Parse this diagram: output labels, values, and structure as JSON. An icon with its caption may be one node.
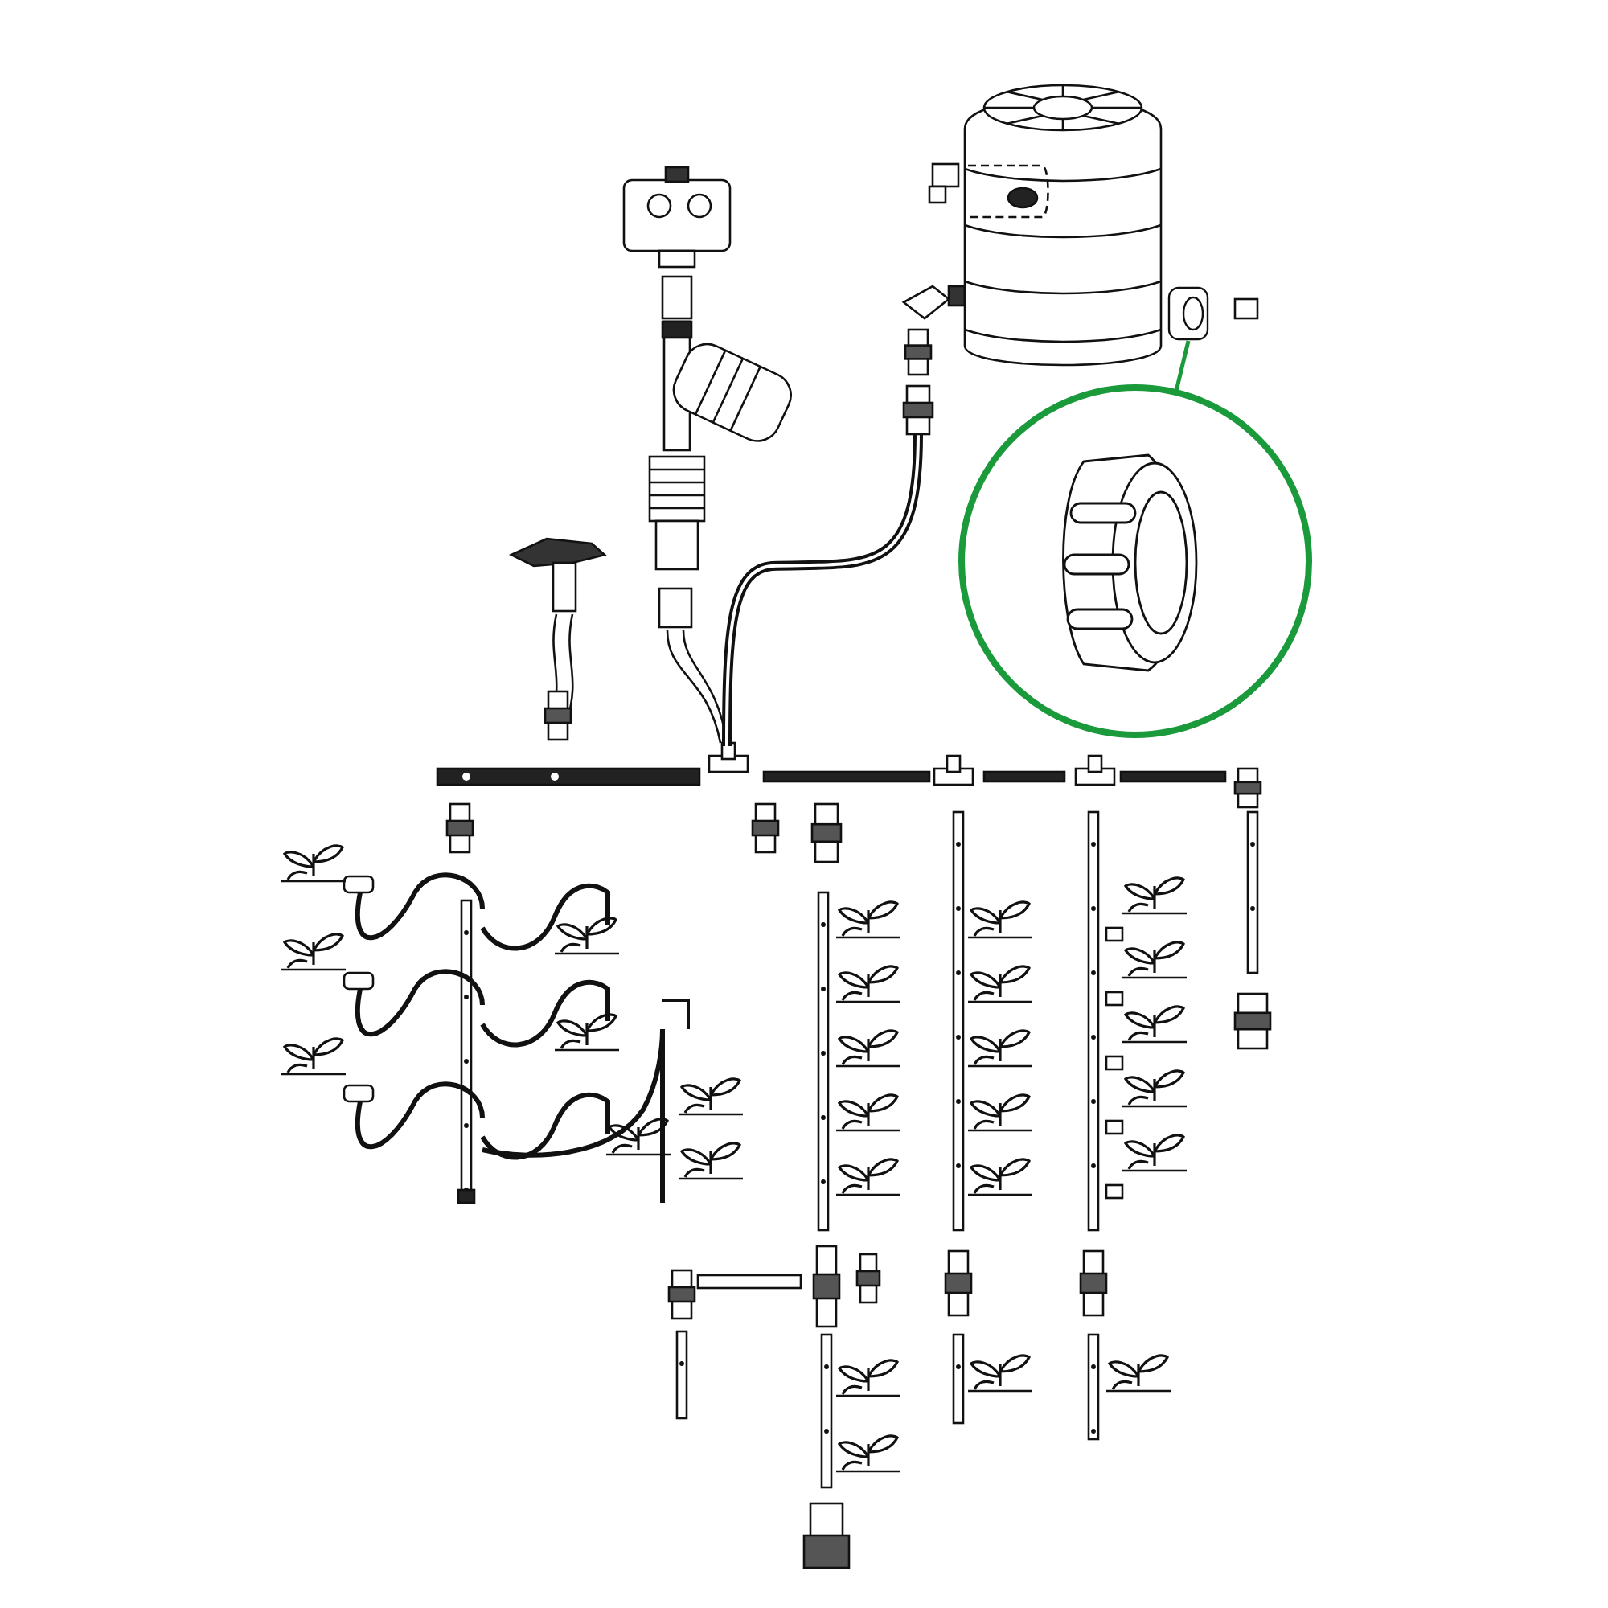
{
  "diagram": {
    "nodes": [
      {
        "text": [],
        "shape": "picture"
      },
      {
        "text": [],
        "shape": "picture"
      },
      {
        "text": [],
        "shape": "circle"
      }
    ],
    "edges": [
      {
        "from": 1,
        "to": 2,
        "arrow": "none",
        "color": "#1a9a3a"
      }
    ]
  }
}
